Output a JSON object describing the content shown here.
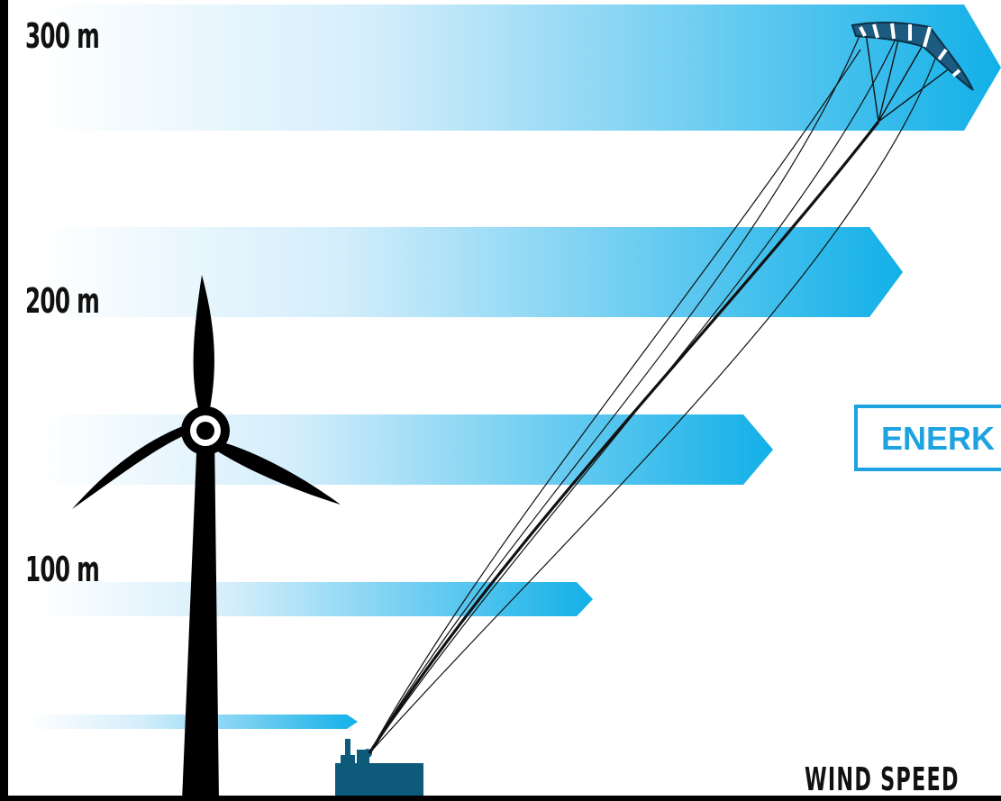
{
  "altitudes": {
    "label_300": "300 m",
    "label_200": "200 m",
    "label_100": "100 m"
  },
  "wind_axis_label": "WIND SPEED",
  "brand_label": "ENERK",
  "colors": {
    "wind_arrow": "#1bb3ea",
    "wind_arrow_fade": "#ffffff",
    "turbine": "#000000",
    "ground_station": "#0d5a7a",
    "kite_lines": "#111111",
    "brand": "#1ea3e0"
  }
}
